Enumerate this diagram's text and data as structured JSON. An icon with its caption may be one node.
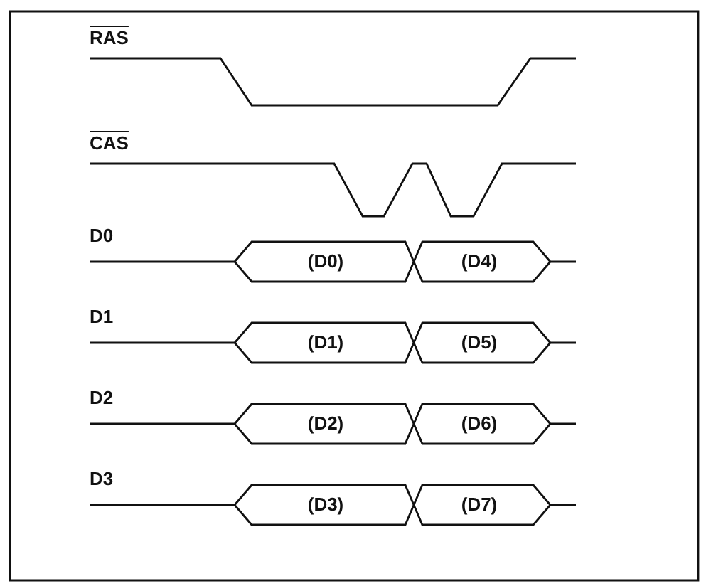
{
  "diagram": {
    "labels": [
      "RAS",
      "CAS",
      "D0",
      "(D0)",
      "(D4)",
      "D1",
      "(D1)",
      "(D5)",
      "D2",
      "(D2)",
      "(D6)",
      "D3",
      "(D3)",
      "(D7)"
    ]
  }
}
